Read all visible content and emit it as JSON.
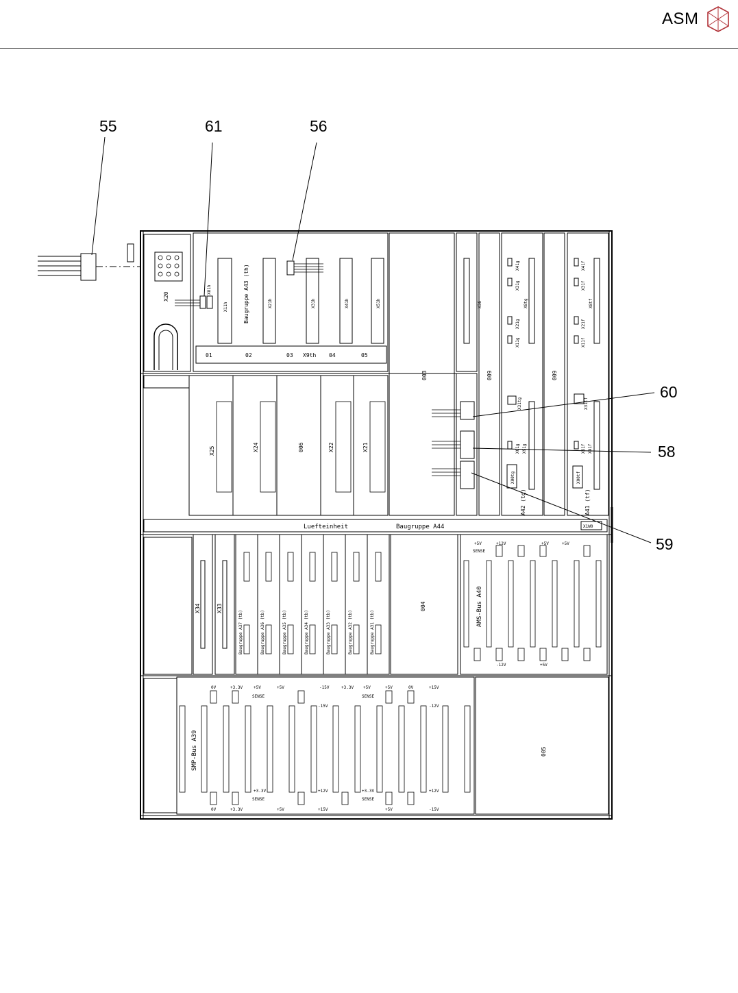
{
  "header": {
    "brand": "ASM",
    "logo_icon": "asm-cube-icon"
  },
  "callouts": {
    "c55": "55",
    "c61": "61",
    "c56": "56",
    "c60": "60",
    "c58": "58",
    "c59": "59"
  },
  "labels": {
    "x20": "X20",
    "x81h": "X81h",
    "x11h": "X11h",
    "a43": "Baugruppe A43  (th)",
    "x21h": "X21h",
    "x31h": "X31h",
    "x41h": "X41h",
    "x51h": "X51h",
    "x9th": "X9th",
    "strip": [
      "01",
      "02",
      "03",
      "04",
      "05"
    ],
    "u003": "003",
    "x36": "X36",
    "u009a": "009",
    "u009b": "009",
    "x41g": "X41g",
    "x31g": "X31g",
    "x8tg": "X8tg",
    "x21g": "X21g",
    "x11g": "X11g",
    "x41f": "X41f",
    "x31f": "X31f",
    "x8tf": "X8tf",
    "x21f": "X21f",
    "x11f": "X11f",
    "x25": "X25",
    "x24": "X24",
    "u006": "006",
    "x22": "X22",
    "x21": "X21",
    "x31tg": "X31tg",
    "x61g": "X61g",
    "x91g": "X91g",
    "x00tg": "X00tg",
    "a42": "A42 (tg)",
    "x31tf": "X31tf",
    "x61f": "X61f",
    "x91f": "X91f",
    "x00tf": "X00tf",
    "a41": "A41 (tf)",
    "fan": "Luefteinheit",
    "a44": "Baugruppe A44",
    "x1w0": "X1W0",
    "x34": "X34",
    "x33": "X33",
    "a37": "Baugruppe A37 (tb)",
    "a36": "Baugruppe A36 (tb)",
    "a35": "Baugruppe A35 (tb)",
    "a34": "Baugruppe A34 (tb)",
    "a33": "Baugruppe A33 (tb)",
    "a32": "Baugruppe A32 (tb)",
    "a31": "Baugruppe A31 (tb)",
    "u004": "004",
    "ams": "AMS-Bus  A40",
    "smp": "SMP-Bus  A39",
    "u005": "005",
    "v5": "+5V",
    "v12": "+12V",
    "vm12": "-12V",
    "vm15": "-15V",
    "v15": "+15V",
    "v33": "+3.3V",
    "v0": "0V",
    "sense": "SENSE"
  }
}
